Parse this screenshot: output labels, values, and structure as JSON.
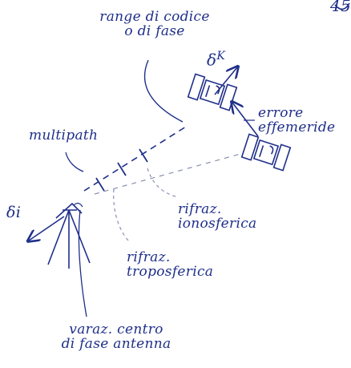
{
  "corner_mark": "45",
  "labels": {
    "range": [
      "range di codice",
      "o di fase"
    ],
    "satellite_symbol": "δ",
    "satellite_superscript": "K",
    "ephemeris_error": [
      "errore",
      "effemeride"
    ],
    "multipath": "multipath",
    "receiver_symbol": "δi",
    "ionospheric": [
      "rifraz.",
      "ionosferica"
    ],
    "tropospheric": [
      "rifraz.",
      "troposferica"
    ],
    "phase_center": [
      "varaz. centro",
      "di fase antenna"
    ]
  },
  "colors": {
    "ink": "#1f2f8a",
    "dashed": "#8a8fb0"
  }
}
